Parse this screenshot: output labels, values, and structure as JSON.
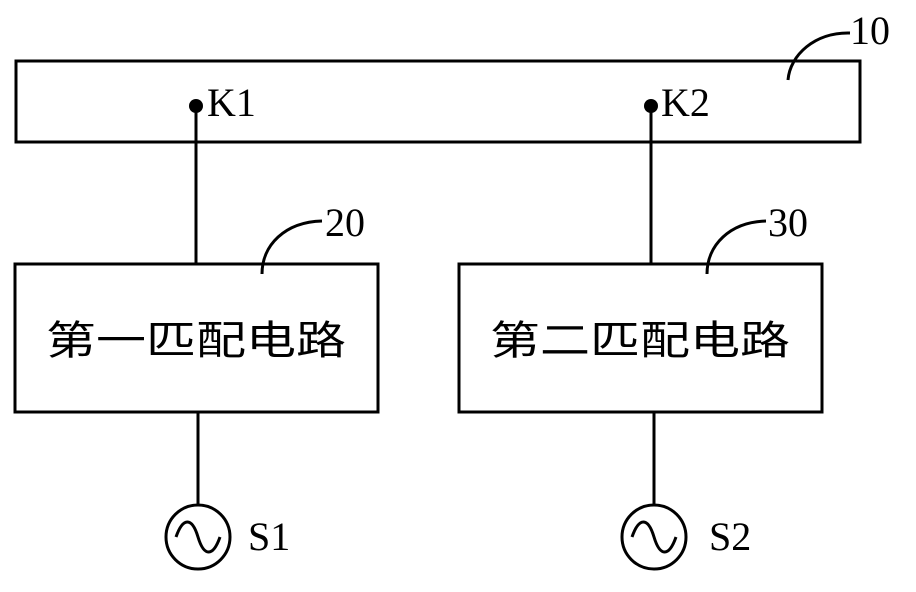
{
  "colors": {
    "line": "#000000",
    "background": "#ffffff"
  },
  "module": {
    "ref": "10",
    "ports": [
      {
        "label": "K1"
      },
      {
        "label": "K2"
      }
    ]
  },
  "matching_circuits": [
    {
      "ref": "20",
      "label": "第一匹配电路"
    },
    {
      "ref": "30",
      "label": "第二匹配电路"
    }
  ],
  "sources": [
    {
      "label": "S1",
      "icon": "ac-source-icon"
    },
    {
      "label": "S2",
      "icon": "ac-source-icon"
    }
  ]
}
